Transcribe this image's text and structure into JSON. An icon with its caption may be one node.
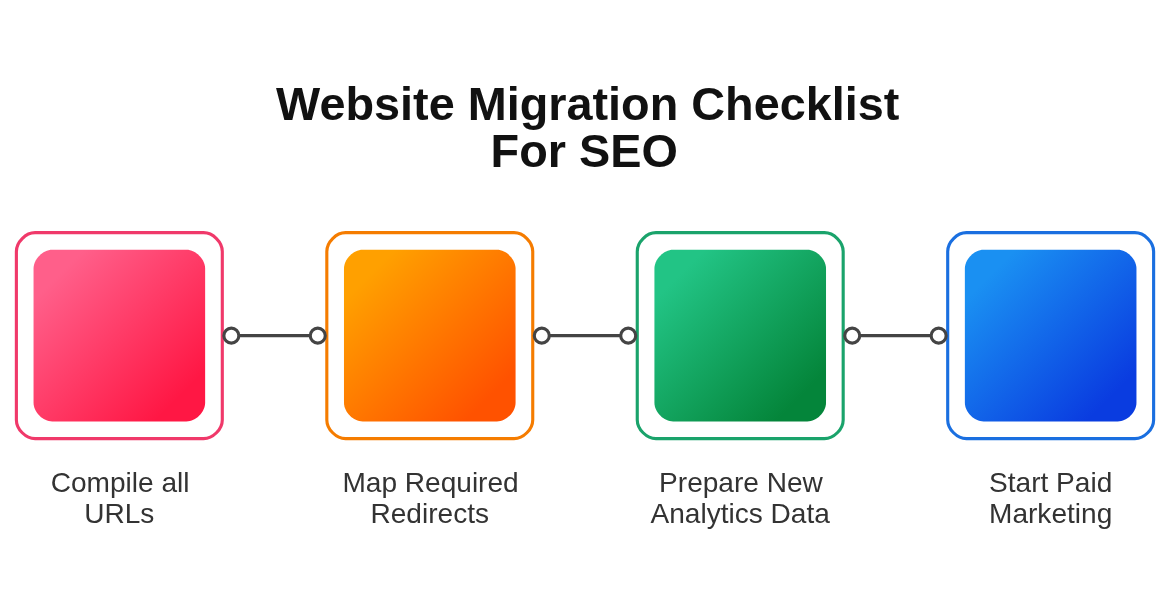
{
  "diagram": {
    "title": "Website Migration Checklist For SEO",
    "nodes": [
      {
        "text": [],
        "shape": "box",
        "beside": [
          "Compile all URLs"
        ]
      },
      {
        "text": [],
        "shape": "box",
        "beside": [
          "Map Required Redirects"
        ]
      },
      {
        "text": [],
        "shape": "box",
        "beside": [
          "Prepare New Analytics Data"
        ]
      },
      {
        "text": [],
        "shape": "box",
        "beside": [
          "Start Paid Marketing"
        ]
      }
    ],
    "edges": [
      {
        "from": 0,
        "to": 1,
        "arrow": "other"
      },
      {
        "from": 1,
        "to": 2,
        "arrow": "other"
      },
      {
        "from": 2,
        "to": 3,
        "arrow": "other"
      }
    ]
  }
}
